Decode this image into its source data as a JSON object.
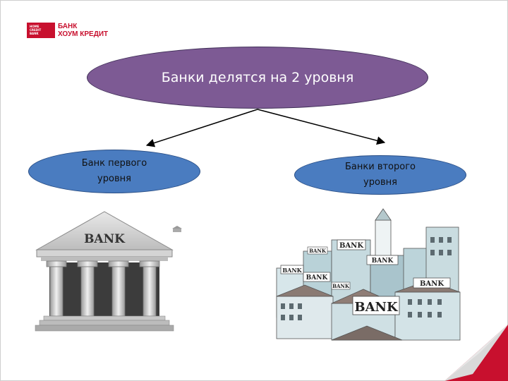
{
  "logo": {
    "name": "БАНК\nХОУМ КРЕДИТ",
    "small_text": "HOME\nCREDIT\nBANK"
  },
  "main_node": {
    "label": "Банки делятся на 2 уровня"
  },
  "left_node": {
    "label": "Банк первого уровня"
  },
  "right_node": {
    "label": "Банки второго уровня"
  },
  "illustrations": {
    "left_sign": "BANK",
    "right_signs": [
      "BANK",
      "BANK",
      "BANK",
      "BANK",
      "BANK",
      "BANK",
      "BANK",
      "BANK"
    ]
  },
  "colors": {
    "main_fill": "#7d5a94",
    "sub_fill": "#4a7cc0",
    "accent_red": "#c8102e"
  }
}
